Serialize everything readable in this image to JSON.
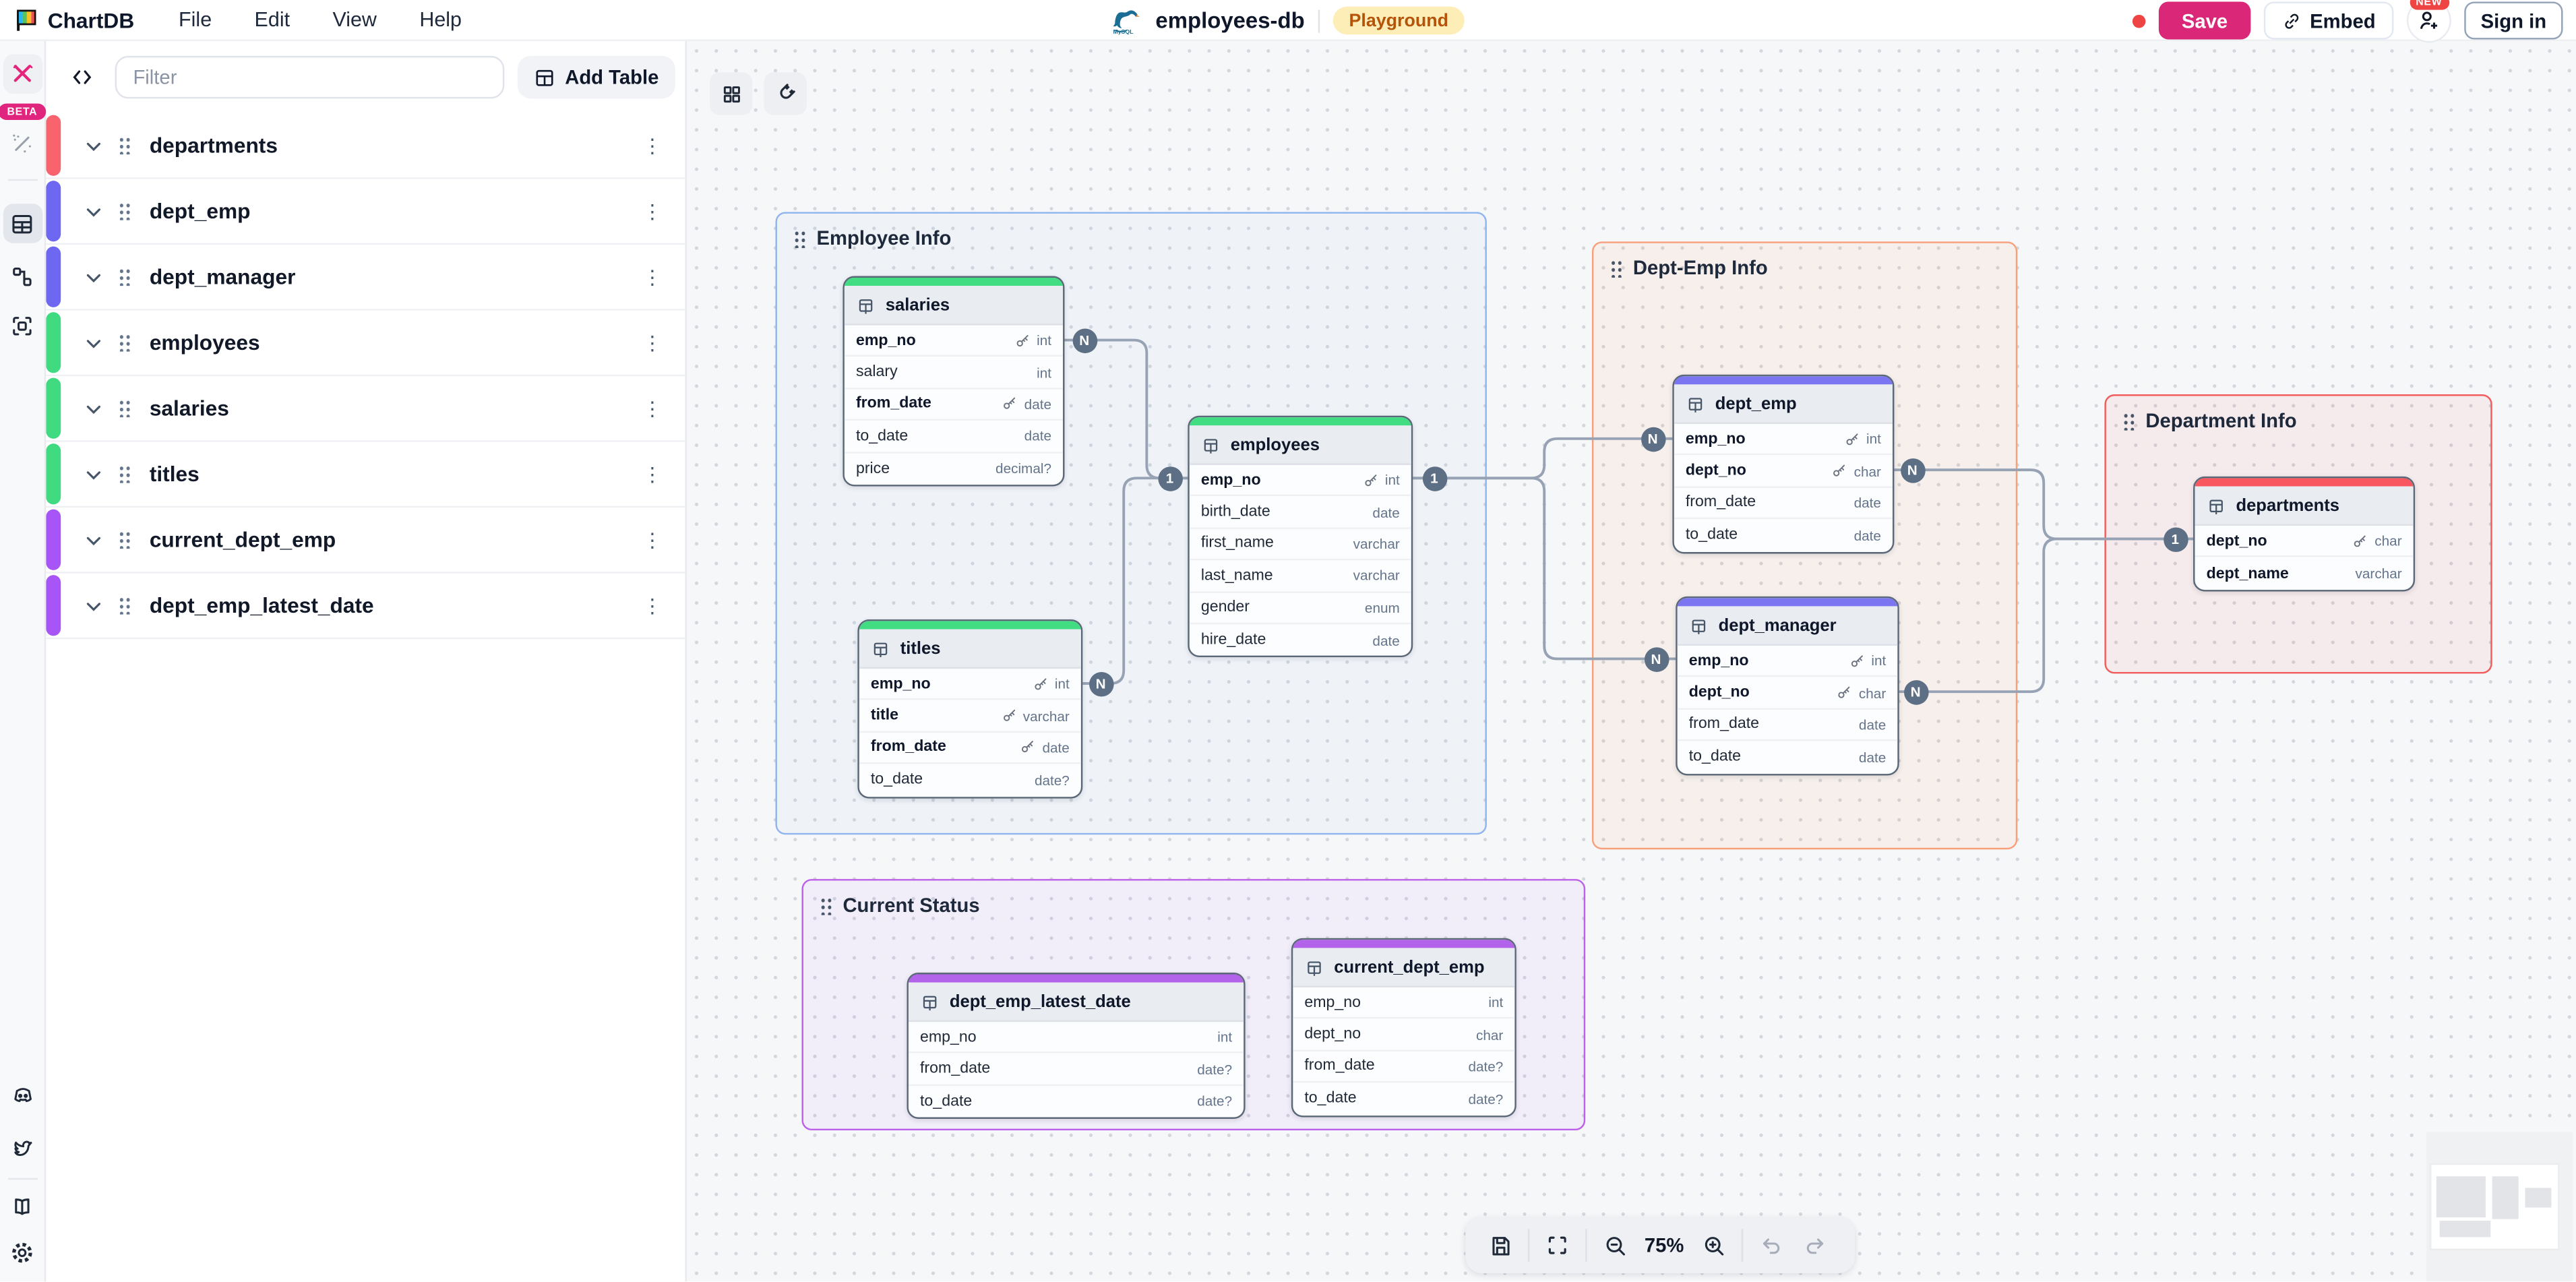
{
  "menubar": {
    "brand": "ChartDB",
    "items": [
      "File",
      "Edit",
      "View",
      "Help"
    ],
    "db_name": "employees-db",
    "db_badge": "Playground"
  },
  "topbar": {
    "save_label": "Save",
    "embed_label": "Embed",
    "new_badge": "NEW",
    "signin_label": "Sign in"
  },
  "rail": {
    "beta_badge": "BETA"
  },
  "sidebar": {
    "filter_placeholder": "Filter",
    "add_table_label": "Add Table",
    "tables": [
      {
        "name": "departments",
        "color": "#f8636e"
      },
      {
        "name": "dept_emp",
        "color": "#6d67f1"
      },
      {
        "name": "dept_manager",
        "color": "#6d67f1"
      },
      {
        "name": "employees",
        "color": "#40da81"
      },
      {
        "name": "salaries",
        "color": "#40da81"
      },
      {
        "name": "titles",
        "color": "#40da81"
      },
      {
        "name": "current_dept_emp",
        "color": "#a855f7"
      },
      {
        "name": "dept_emp_latest_date",
        "color": "#a855f7"
      }
    ]
  },
  "canvas": {
    "zoom_label": "75%",
    "groups": [
      {
        "id": "employee-info",
        "name": "Employee Info",
        "border": "#8fb5ef",
        "bg": "rgba(125,170,240,0.05)"
      },
      {
        "id": "dept-emp-info",
        "name": "Dept-Emp Info",
        "border": "#f8a07b",
        "bg": "rgba(249,115,22,0.06)"
      },
      {
        "id": "department-info",
        "name": "Department Info",
        "border": "#f25c5c",
        "bg": "rgba(239,68,68,0.07)"
      },
      {
        "id": "current-status",
        "name": "Current Status",
        "border": "#bd62e8",
        "bg": "rgba(168,85,247,0.06)"
      }
    ],
    "tables": [
      {
        "id": "salaries",
        "name": "salaries",
        "accent": "#42dd83",
        "fields": [
          {
            "name": "emp_no",
            "type": "int",
            "key": true
          },
          {
            "name": "salary",
            "type": "int",
            "key": false
          },
          {
            "name": "from_date",
            "type": "date",
            "key": true
          },
          {
            "name": "to_date",
            "type": "date",
            "key": false
          },
          {
            "name": "price",
            "type": "decimal?",
            "key": false
          }
        ]
      },
      {
        "id": "titles",
        "name": "titles",
        "accent": "#42dd83",
        "fields": [
          {
            "name": "emp_no",
            "type": "int",
            "key": true
          },
          {
            "name": "title",
            "type": "varchar",
            "key": true
          },
          {
            "name": "from_date",
            "type": "date",
            "key": true
          },
          {
            "name": "to_date",
            "type": "date?",
            "key": false
          }
        ]
      },
      {
        "id": "employees",
        "name": "employees",
        "accent": "#42dd83",
        "fields": [
          {
            "name": "emp_no",
            "type": "int",
            "key": true
          },
          {
            "name": "birth_date",
            "type": "date",
            "key": false
          },
          {
            "name": "first_name",
            "type": "varchar",
            "key": false
          },
          {
            "name": "last_name",
            "type": "varchar",
            "key": false
          },
          {
            "name": "gender",
            "type": "enum",
            "key": false
          },
          {
            "name": "hire_date",
            "type": "date",
            "key": false
          }
        ]
      },
      {
        "id": "dept_emp",
        "name": "dept_emp",
        "accent": "#7b75f2",
        "fields": [
          {
            "name": "emp_no",
            "type": "int",
            "key": true
          },
          {
            "name": "dept_no",
            "type": "char",
            "key": true
          },
          {
            "name": "from_date",
            "type": "date",
            "key": false
          },
          {
            "name": "to_date",
            "type": "date",
            "key": false
          }
        ]
      },
      {
        "id": "dept_manager",
        "name": "dept_manager",
        "accent": "#7b75f2",
        "fields": [
          {
            "name": "emp_no",
            "type": "int",
            "key": true
          },
          {
            "name": "dept_no",
            "type": "char",
            "key": true
          },
          {
            "name": "from_date",
            "type": "date",
            "key": false
          },
          {
            "name": "to_date",
            "type": "date",
            "key": false
          }
        ]
      },
      {
        "id": "departments",
        "name": "departments",
        "accent": "#f8575f",
        "fields": [
          {
            "name": "dept_no",
            "type": "char",
            "key": true
          },
          {
            "name": "dept_name",
            "type": "varchar",
            "key": false,
            "strong": true
          }
        ]
      },
      {
        "id": "dept_emp_latest_date",
        "name": "dept_emp_latest_date",
        "accent": "#b263ea",
        "fields": [
          {
            "name": "emp_no",
            "type": "int",
            "key": false
          },
          {
            "name": "from_date",
            "type": "date?",
            "key": false
          },
          {
            "name": "to_date",
            "type": "date?",
            "key": false
          }
        ]
      },
      {
        "id": "current_dept_emp",
        "name": "current_dept_emp",
        "accent": "#b263ea",
        "fields": [
          {
            "name": "emp_no",
            "type": "int",
            "key": false
          },
          {
            "name": "dept_no",
            "type": "char",
            "key": false
          },
          {
            "name": "from_date",
            "type": "date?",
            "key": false
          },
          {
            "name": "to_date",
            "type": "date?",
            "key": false
          }
        ]
      }
    ],
    "badges": [
      {
        "id": "salaries-n",
        "label": "N"
      },
      {
        "id": "titles-n",
        "label": "N"
      },
      {
        "id": "employees-left-1",
        "label": "1"
      },
      {
        "id": "employees-right-1",
        "label": "1"
      },
      {
        "id": "dept-emp-left-n",
        "label": "N"
      },
      {
        "id": "dept-manager-left-n",
        "label": "N"
      },
      {
        "id": "dept-emp-right-n",
        "label": "N"
      },
      {
        "id": "dept-manager-right-n",
        "label": "N"
      },
      {
        "id": "departments-1",
        "label": "1"
      }
    ]
  }
}
